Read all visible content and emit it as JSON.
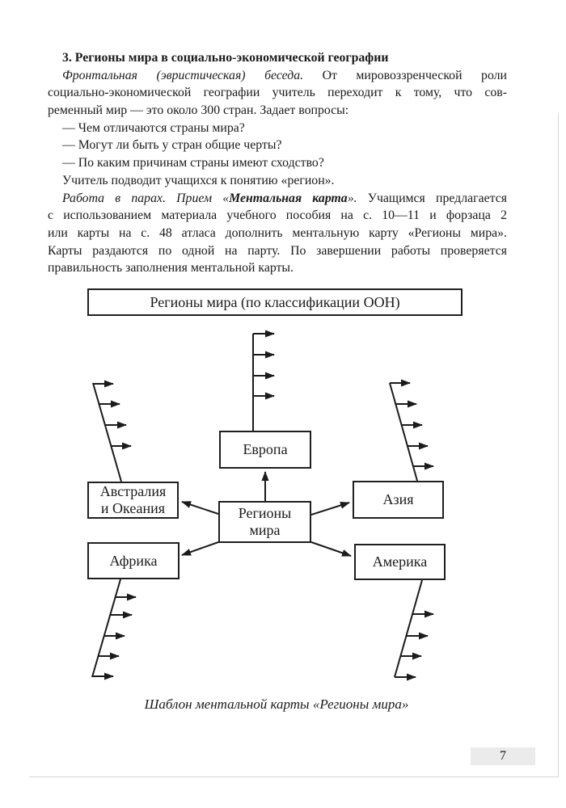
{
  "text": {
    "heading": "3. Регионы мира в социально-экономической географии",
    "p1_lead": "Фронтальная (эвристическая) беседа.",
    "p1_l1_rest": "От мировоззренческой роли",
    "p1_l2": "социально-экономической географии учитель переходит к тому, что сов-",
    "p1_l3": "ременный мир — это около 300 стран. Задает вопросы:",
    "q1": "— Чем отличаются страны мира?",
    "q2": "— Могут ли быть у стран общие черты?",
    "q3": "— По каким причинам страны имеют сходство?",
    "p2": "Учитель подводит учащихся к понятию «регион».",
    "p3_lead1": "Работа в парах. Прием «",
    "p3_term": "Ментальная карта",
    "p3_lead2": "».",
    "p3_l1_rest": "Учащимся предлагается",
    "p3_l2": "с использованием материала учебного пособия на с. 10—11 и форзаца 2",
    "p3_l3": "или карты на с. 48 атласа дополнить ментальную карту «Регионы мира».",
    "p3_l4": "Карты раздаются по одной на парту. По завершении работы проверяется",
    "p3_l5": "правильность заполнения ментальной карты."
  },
  "diagram": {
    "title": "Регионы мира (по классификации ООН)",
    "center_node": {
      "lines": [
        "Регионы",
        "мира"
      ]
    },
    "nodes": {
      "europe": {
        "label": "Европа"
      },
      "australia": {
        "lines": [
          "Австралия",
          "и Океания"
        ]
      },
      "asia": {
        "label": "Азия"
      },
      "africa": {
        "label": "Африка"
      },
      "america": {
        "label": "Америка"
      }
    },
    "caption": "Шаблон ментальной карты «Регионы мира»"
  },
  "page": {
    "number": "7"
  }
}
